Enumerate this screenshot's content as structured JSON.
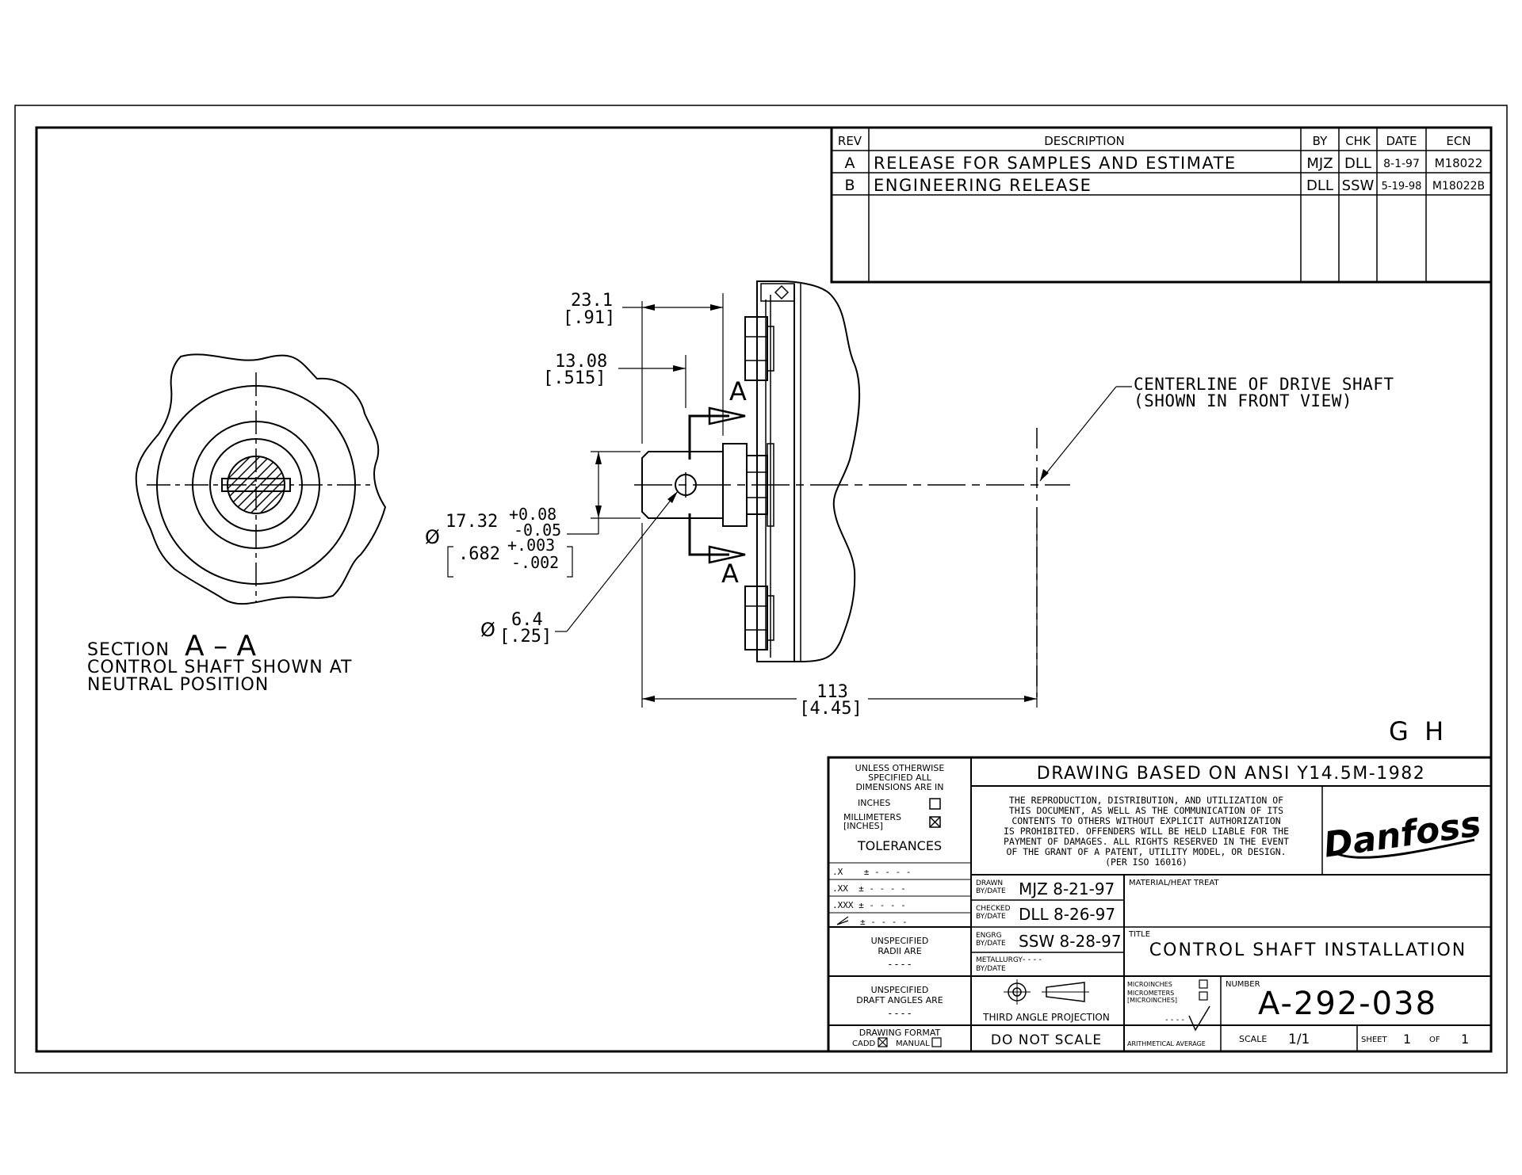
{
  "revision_block": {
    "headers": {
      "rev": "REV",
      "description": "DESCRIPTION",
      "by": "BY",
      "chk": "CHK",
      "date": "DATE",
      "ecn": "ECN"
    },
    "rows": [
      {
        "rev": "A",
        "description": "RELEASE FOR SAMPLES AND ESTIMATE",
        "by": "MJZ",
        "chk": "DLL",
        "date": "8-1-97",
        "ecn": "M18022"
      },
      {
        "rev": "B",
        "description": "ENGINEERING RELEASE",
        "by": "DLL",
        "chk": "SSW",
        "date": "5-19-98",
        "ecn": "M18022B"
      }
    ]
  },
  "section_view": {
    "title_prefix": "SECTION",
    "title_letters": "A – A",
    "caption_line1": "CONTROL SHAFT SHOWN AT",
    "caption_line2": "NEUTRAL POSITION"
  },
  "dimensions": {
    "d_23_1": "23.1",
    "d_23_1_in": "[.91]",
    "d_13_08": "13.08",
    "d_13_08_in": "[.515]",
    "dia_symbol": "Ø",
    "d_17_32": "17.32",
    "d_17_32_plus": "+0.08",
    "d_17_32_minus": "-0.05",
    "d_682": ".682",
    "d_682_plus": "+.003",
    "d_682_minus": "-.002",
    "d_6_4": "6.4",
    "d_6_4_in": "[.25]",
    "d_113": "113",
    "d_113_in": "[4.45]",
    "section_letter_top": "A",
    "section_letter_bottom": "A"
  },
  "callout": {
    "line1": "CENTERLINE OF DRIVE SHAFT",
    "line2": "(SHOWN IN FRONT VIEW)"
  },
  "zone_letters": "G  H",
  "title_block": {
    "unless_line1": "UNLESS OTHERWISE",
    "unless_line2": "SPECIFIED ALL",
    "unless_line3": "DIMENSIONS ARE IN",
    "inches": "INCHES",
    "millimeters": "MILLIMETERS",
    "inches_bracket": "[INCHES]",
    "tolerances": "TOLERANCES",
    "tol_x": ".X    ± - - - -",
    "tol_xx": ".XX  ± - - - -",
    "tol_xxx": ".XXX ± - - - -",
    "tol_angle": "± - - - -",
    "radii_line1": "UNSPECIFIED",
    "radii_line2": "RADII ARE",
    "radii_value": "- - - -",
    "draft_line1": "UNSPECIFIED",
    "draft_line2": "DRAFT ANGLES ARE",
    "draft_value": "- - - -",
    "format_label": "DRAWING FORMAT",
    "format_cadd": "CADD",
    "format_manual": "MANUAL",
    "standard": "DRAWING BASED ON ANSI Y14.5M-1982",
    "notice_lines": [
      "THE REPRODUCTION, DISTRIBUTION, AND UTILIZATION OF",
      "THIS DOCUMENT, AS WELL AS THE COMMUNICATION OF ITS",
      "CONTENTS TO OTHERS WITHOUT EXPLICIT AUTHORIZATION",
      "IS PROHIBITED.  OFFENDERS WILL BE HELD LIABLE FOR THE",
      "PAYMENT OF DAMAGES.  ALL RIGHTS RESERVED IN THE EVENT",
      "OF THE GRANT OF A PATENT, UTILITY MODEL, OR DESIGN.",
      "(PER ISO 16016)"
    ],
    "logo_text": "Danfoss",
    "drawn_label1": "DRAWN",
    "drawn_label2": "BY/DATE",
    "drawn_value": "MJZ 8-21-97",
    "checked_label1": "CHECKED",
    "checked_label2": "BY/DATE",
    "checked_value": "DLL 8-26-97",
    "engrg_label1": "ENGRG",
    "engrg_label2": "BY/DATE",
    "engrg_value": "SSW 8-28-97",
    "metallurgy_label1": "METALLURGY",
    "metallurgy_value": "- - - -",
    "metallurgy_label2": "BY/DATE",
    "material_label": "MATERIAL/HEAT TREAT",
    "title_label": "TITLE",
    "title_value": "CONTROL SHAFT INSTALLATION",
    "projection_label": "THIRD ANGLE PROJECTION",
    "do_not_scale": "DO NOT SCALE",
    "microinches": "MICROINCHES",
    "micrometers": "MICROMETERS",
    "microinches_bracket": "[MICROINCHES]",
    "finish_value": "- - - -",
    "arith_avg": "ARITHMETICAL AVERAGE",
    "number_label": "NUMBER",
    "number_value": "A-292-038",
    "scale_label": "SCALE",
    "scale_value": "1/1",
    "sheet_label": "SHEET",
    "sheet_value": "1",
    "of_label": "OF",
    "of_value": "1"
  }
}
